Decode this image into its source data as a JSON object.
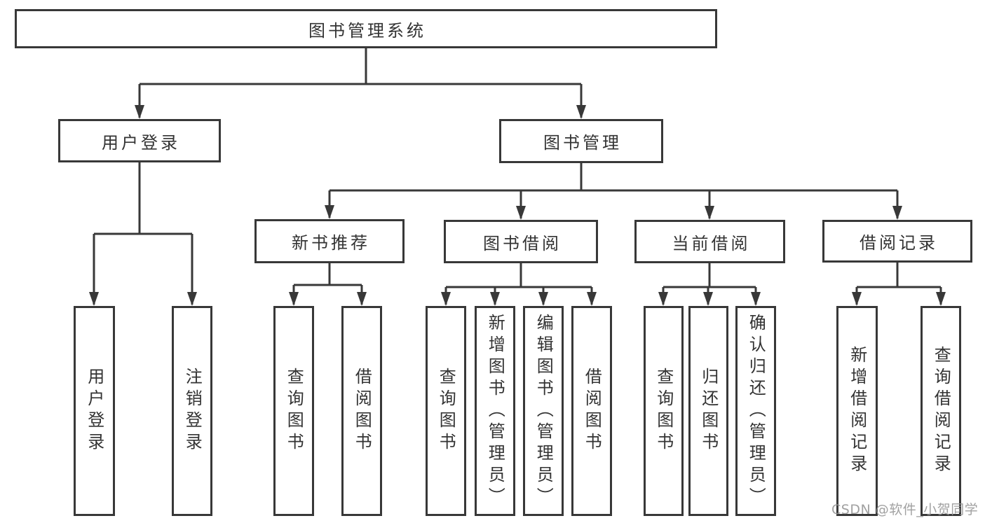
{
  "watermark": "CSDN @软件_小贺同学",
  "colors": {
    "line": "#383838",
    "box_border": "#383838",
    "text": "#333333",
    "background": "#ffffff",
    "watermark": "#949494"
  },
  "tree": {
    "label": "图书管理系统",
    "children": [
      {
        "label": "用户登录",
        "children": [
          {
            "label": "用户登录"
          },
          {
            "label": "注销登录"
          }
        ]
      },
      {
        "label": "图书管理",
        "children": [
          {
            "label": "新书推荐",
            "children": [
              {
                "label": "查询图书"
              },
              {
                "label": "借阅图书"
              }
            ]
          },
          {
            "label": "图书借阅",
            "children": [
              {
                "label": "查询图书"
              },
              {
                "label": "新增图书（管理员）"
              },
              {
                "label": "编辑图书（管理员）"
              },
              {
                "label": "借阅图书"
              }
            ]
          },
          {
            "label": "当前借阅",
            "children": [
              {
                "label": "查询图书"
              },
              {
                "label": "归还图书"
              },
              {
                "label": "确认归还（管理员）"
              }
            ]
          },
          {
            "label": "借阅记录",
            "children": [
              {
                "label": "新增借阅记录"
              },
              {
                "label": "查询借阅记录"
              }
            ]
          }
        ]
      }
    ]
  }
}
